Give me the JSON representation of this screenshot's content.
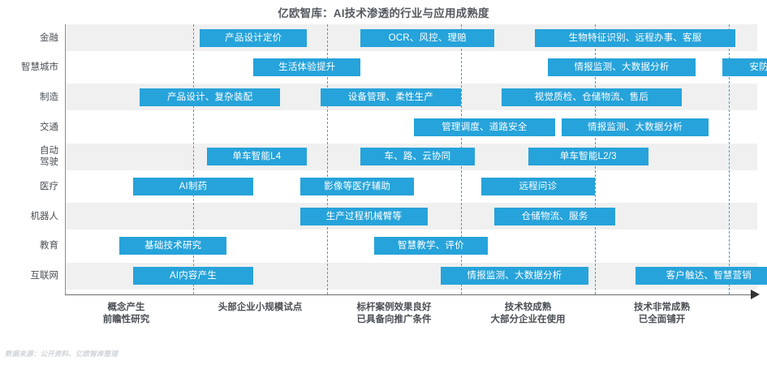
{
  "chart_data": {
    "type": "bar",
    "title": "亿欧智库：AI技术渗透的行业与应用成熟度",
    "xlabel": "",
    "ylabel": "",
    "grid": true,
    "legend_position": "none",
    "accent_color": "#26a3da",
    "band_color": "#f0f0f0",
    "gridline_color": "#3c9fd6",
    "x_stage_ticks": [
      1,
      2,
      3,
      4,
      5
    ],
    "x_stages": [
      {
        "index": 1,
        "lines": [
          "概念产生",
          "前瞻性研究"
        ]
      },
      {
        "index": 2,
        "lines": [
          "头部企业小规模试点"
        ]
      },
      {
        "index": 3,
        "lines": [
          "标杆案例效果良好",
          "已具备向推广条件"
        ]
      },
      {
        "index": 4,
        "lines": [
          "技术较成熟",
          "大部分企业在使用"
        ]
      },
      {
        "index": 5,
        "lines": [
          "技术非常成熟",
          "已全面铺开"
        ]
      }
    ],
    "categories": [
      "金融",
      "智慧城市",
      "制造",
      "交通",
      "自动驾驶",
      "医疗",
      "机器人",
      "教育",
      "互联网"
    ],
    "series": [
      {
        "name": "金融",
        "label_lines": [
          "金融"
        ],
        "items": [
          {
            "text": "产品设计定价",
            "start": 1.05,
            "end": 1.85
          },
          {
            "text": "OCR、风控、理赔",
            "start": 2.25,
            "end": 3.25
          },
          {
            "text": "生物特征识别、远程办事、客服",
            "start": 3.55,
            "end": 5.05
          }
        ]
      },
      {
        "name": "智慧城市",
        "label_lines": [
          "智慧城市"
        ],
        "items": [
          {
            "text": "生活体验提升",
            "start": 1.45,
            "end": 2.25
          },
          {
            "text": "情报监测、大数据分析",
            "start": 3.65,
            "end": 4.75
          },
          {
            "text": "安防",
            "start": 4.95,
            "end": 5.5
          }
        ]
      },
      {
        "name": "制造",
        "label_lines": [
          "制造"
        ],
        "items": [
          {
            "text": "产品设计、复杂装配",
            "start": 0.6,
            "end": 1.65
          },
          {
            "text": "设备管理、柔性生产",
            "start": 1.95,
            "end": 3.0
          },
          {
            "text": "视觉质检、仓储物流、售后",
            "start": 3.3,
            "end": 4.65
          }
        ]
      },
      {
        "name": "交通",
        "label_lines": [
          "交通"
        ],
        "items": [
          {
            "text": "管理调度、道路安全",
            "start": 2.65,
            "end": 3.7
          },
          {
            "text": "情报监测、大数据分析",
            "start": 3.75,
            "end": 4.85
          }
        ]
      },
      {
        "name": "自动驾驶",
        "label_lines": [
          "自动",
          "驾驶"
        ],
        "items": [
          {
            "text": "单车智能L4",
            "start": 1.1,
            "end": 1.85
          },
          {
            "text": "车、路、云协同",
            "start": 2.25,
            "end": 3.1
          },
          {
            "text": "单车智能L2/3",
            "start": 3.5,
            "end": 4.4
          }
        ]
      },
      {
        "name": "医疗",
        "label_lines": [
          "医疗"
        ],
        "items": [
          {
            "text": "AI制药",
            "start": 0.55,
            "end": 1.45
          },
          {
            "text": "影像等医疗辅助",
            "start": 1.8,
            "end": 2.65
          },
          {
            "text": "远程问诊",
            "start": 3.15,
            "end": 4.0
          }
        ]
      },
      {
        "name": "机器人",
        "label_lines": [
          "机器人"
        ],
        "items": [
          {
            "text": "生产过程机械臂等",
            "start": 1.8,
            "end": 2.75
          },
          {
            "text": "仓储物流、服务",
            "start": 3.25,
            "end": 4.15
          }
        ]
      },
      {
        "name": "教育",
        "label_lines": [
          "教育"
        ],
        "items": [
          {
            "text": "基础技术研究",
            "start": 0.45,
            "end": 1.25
          },
          {
            "text": "智慧教学、评价",
            "start": 2.35,
            "end": 3.2
          }
        ]
      },
      {
        "name": "互联网",
        "label_lines": [
          "AI内容产生"
        ],
        "items": [
          {
            "text": "AI内容产生",
            "start": 0.55,
            "end": 1.45
          },
          {
            "text": "情报监测、大数据分析",
            "start": 2.85,
            "end": 3.95
          },
          {
            "text": "客户触达、智慧营销",
            "start": 4.3,
            "end": 5.4
          }
        ]
      }
    ]
  },
  "footnote": "数据来源：公开资料、亿欧智库整理"
}
